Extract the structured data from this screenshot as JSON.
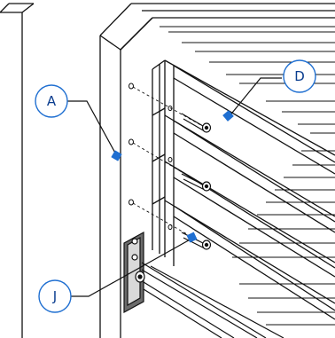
{
  "figure": {
    "callouts": [
      {
        "id": "A",
        "label": "A",
        "name": "callout-a"
      },
      {
        "id": "D",
        "label": "D",
        "name": "callout-d"
      },
      {
        "id": "J",
        "label": "J",
        "name": "callout-j"
      }
    ]
  },
  "colors": {
    "line": "#111111",
    "callout": "#1f6fd1",
    "callout_text": "#0a3d8f",
    "bracket": "#555555",
    "background": "#ffffff"
  }
}
